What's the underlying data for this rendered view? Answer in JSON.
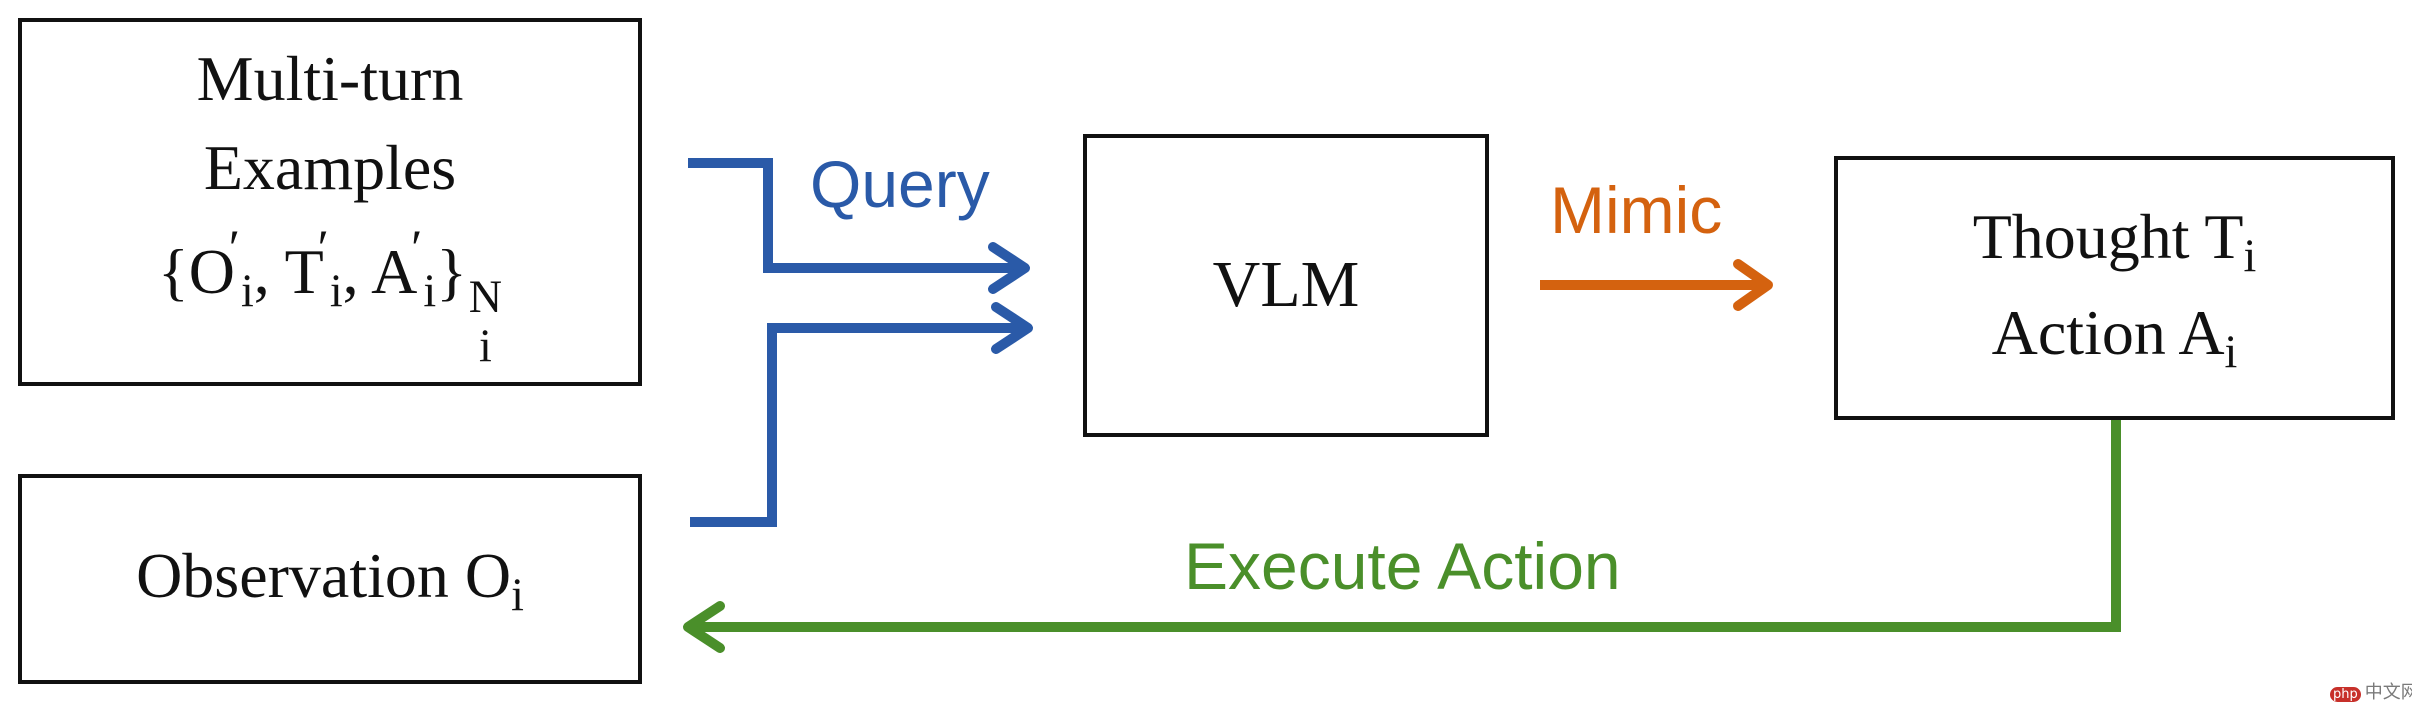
{
  "boxes": {
    "examples": {
      "line1": "Multi-turn",
      "line2": "Examples",
      "open_brace": "{",
      "o": "O",
      "t": "T",
      "a": "A",
      "prime": "′",
      "sub_i": "i",
      "sep": ", ",
      "close_brace": "}",
      "sup_n": "N"
    },
    "observation": {
      "text": "Observation O",
      "sub": "i"
    },
    "vlm": {
      "text": "VLM"
    },
    "output": {
      "thought": "Thought T",
      "thought_sub": "i",
      "action": "Action A",
      "action_sub": "i"
    }
  },
  "labels": {
    "query": "Query",
    "mimic": "Mimic",
    "execute": "Execute Action"
  },
  "watermark": {
    "logo": "php",
    "text": "中文网"
  },
  "colors": {
    "query": "#2a5aa8",
    "mimic": "#d4620f",
    "execute": "#4a8f2a",
    "border": "#111111"
  }
}
